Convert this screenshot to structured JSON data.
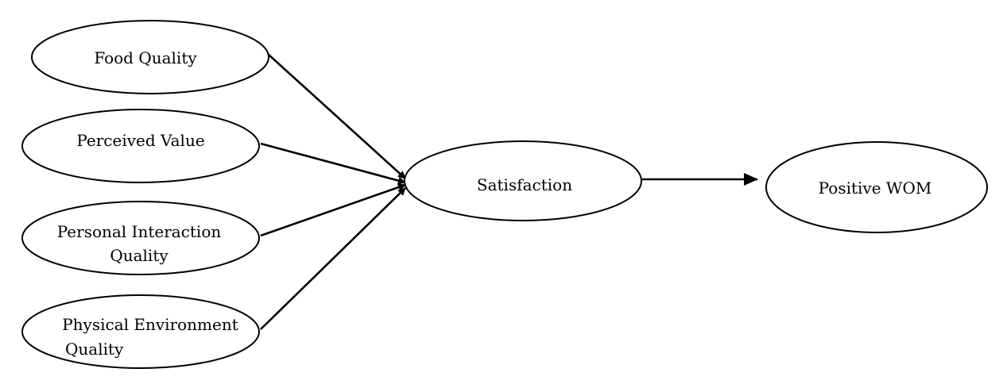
{
  "nodes": {
    "food_quality": {
      "label": "Food Quality"
    },
    "perceived_value": {
      "label": "Perceived Value"
    },
    "personal_interaction": {
      "line1": "Personal Interaction",
      "line2": "Quality"
    },
    "physical_environment": {
      "line1": "Physical Environment",
      "line2": "Quality"
    },
    "satisfaction": {
      "label": "Satisfaction"
    },
    "positive_wom": {
      "label": "Positive WOM"
    }
  },
  "edges": [
    {
      "from": "Food Quality",
      "to": "Satisfaction"
    },
    {
      "from": "Perceived Value",
      "to": "Satisfaction"
    },
    {
      "from": "Personal Interaction Quality",
      "to": "Satisfaction"
    },
    {
      "from": "Physical Environment Quality",
      "to": "Satisfaction"
    },
    {
      "from": "Satisfaction",
      "to": "Positive WOM"
    }
  ]
}
